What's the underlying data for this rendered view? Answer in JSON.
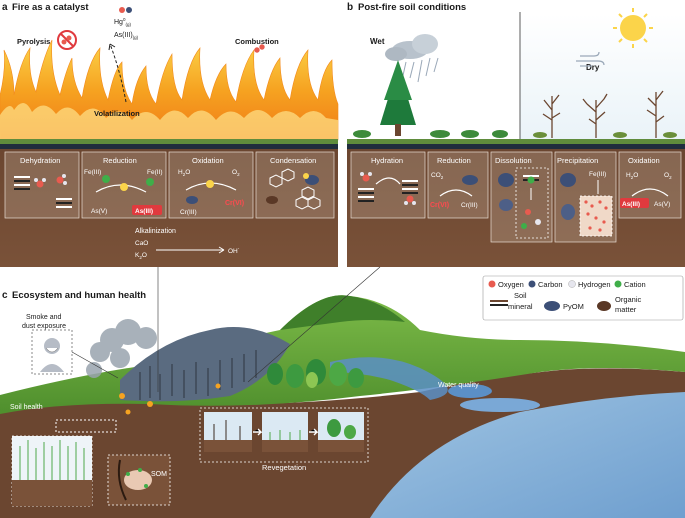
{
  "panel_a": {
    "letter": "a",
    "title": "Fire as a catalyst",
    "pyrolysis": "Pyrolysis",
    "hg": "Hg",
    "hg_sup": "0",
    "hg_sub": "(g)",
    "as": "As(III)",
    "as_sub": "(g)",
    "combustion": "Combustion",
    "volatilization": "Volatilization",
    "boxes": {
      "dehydration": "Dehydration",
      "reduction": "Reduction",
      "oxidation": "Oxidation",
      "condensation": "Condensation"
    },
    "fe3": "Fe(III)",
    "fe2": "Fe(II)",
    "as5": "As(V)",
    "as3": "As(III)",
    "h2o": "H",
    "h2o_sub": "2",
    "h2o_end": "O",
    "o2": "O",
    "o2_sub": "2",
    "cr3": "Cr(III)",
    "cr6": "Cr(VI)",
    "alkalinization": "Alkalinization",
    "cao": "CaO",
    "k2o": "K",
    "k2o_sub": "2",
    "k2o_end": "O",
    "oh": "OH",
    "oh_sup": "-"
  },
  "panel_b": {
    "letter": "b",
    "title": "Post-fire soil conditions",
    "wet": "Wet",
    "dry": "Dry",
    "boxes": {
      "hydration": "Hydration",
      "reduction": "Reduction",
      "dissolution": "Dissolution",
      "precipitation": "Precipitation",
      "oxidation": "Oxidation"
    },
    "co2": "CO",
    "co2_sub": "2",
    "cr6": "Cr(VI)",
    "cr3": "Cr(III)",
    "fe3": "Fe(III)",
    "h2o": "H",
    "h2o_sub": "2",
    "h2o_end": "O",
    "o2": "O",
    "o2_sub": "2",
    "as3": "As(III)",
    "as5": "As(V)"
  },
  "panel_c": {
    "letter": "c",
    "title": "Ecosystem and human health",
    "smoke_1": "Smoke and",
    "smoke_2": "dust exposure",
    "soil_health": "Soil health",
    "water_quality": "Water quality",
    "revegetation": "Revegetation",
    "som": "SOM"
  },
  "legend": {
    "oxygen": "Oxygen",
    "carbon": "Carbon",
    "hydrogen": "Hydrogen",
    "cation": "Cation",
    "soil_1": "Soil",
    "soil_2": "mineral",
    "pyom": "PyOM",
    "organic_1": "Organic",
    "organic_2": "matter"
  },
  "colors": {
    "oxygen": "#e85b4f",
    "carbon": "#3c4f77",
    "hydrogen": "#e6e6ee",
    "cation": "#3fae49",
    "soil": "#6b4630",
    "fire": "#f6a321",
    "highlight": "#e03a3e",
    "water": "#5b8fc6"
  }
}
